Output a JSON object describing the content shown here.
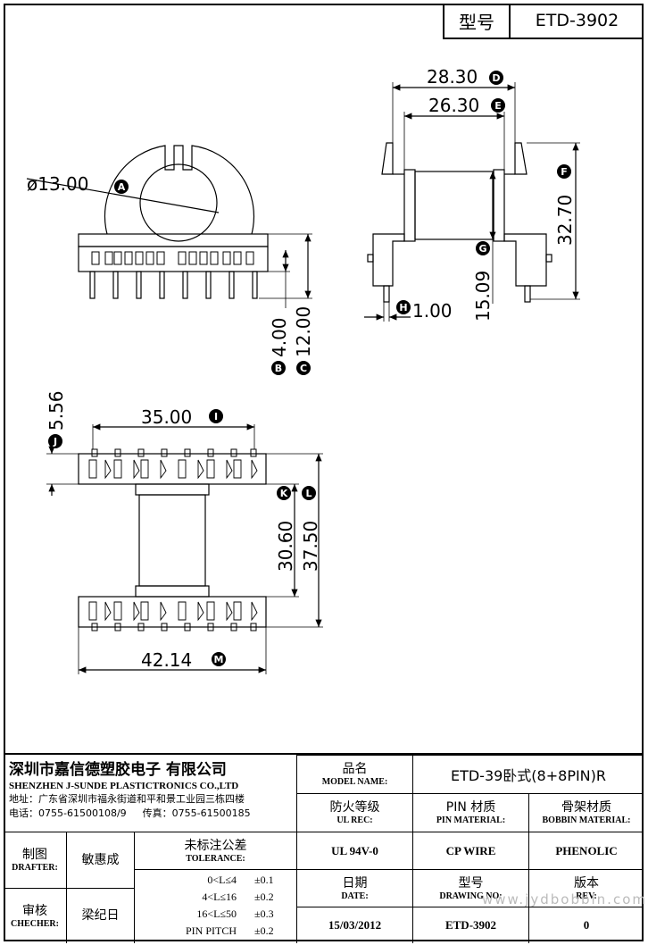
{
  "header": {
    "type_label": "型号",
    "type_value": "ETD-3902"
  },
  "dimensions": {
    "top_width_1": "28.30",
    "top_mark_1": "D",
    "top_width_2": "26.30",
    "top_mark_2": "E",
    "height_right": "32.70",
    "height_right_mark": "F",
    "core_dia": "ø13.00",
    "core_dia_mark": "A",
    "pin_len": "4.00",
    "pin_len_mark": "B",
    "total_h": "12.00",
    "total_h_mark": "C",
    "inner_h": "15.09",
    "inner_h_mark": "G",
    "pin_w": "1.00",
    "pin_w_mark": "H",
    "pin_row": "35.00",
    "pin_row_mark": "I",
    "pin_off": "5.56",
    "pin_off_mark": "J",
    "inner_len": "30.60",
    "inner_len_mark": "K",
    "outer_len": "37.50",
    "outer_len_mark": "L",
    "base_w": "42.14",
    "base_w_mark": "M"
  },
  "title_block": {
    "company_cn": "深圳市嘉信德塑胶电子 有限公司",
    "company_en": "SHENZHEN J-SUNDE PLASTICTRONICS CO.,LTD",
    "address": "地址：广东省深圳市福永街道和平和景工业园三栋四楼",
    "phone": "电话：0755-61500108/9",
    "fax": "传真：0755-61500185",
    "model_cn": "品名",
    "model_en": "MODEL NAME:",
    "model_value": "ETD-39卧式(8+8PIN)R",
    "ul_cn": "防火等级",
    "ul_en": "UL REC:",
    "pin_mat_cn": "PIN 材质",
    "pin_mat_en": "PIN MATERIAL:",
    "bobbin_mat_cn": "骨架材质",
    "bobbin_mat_en": "BOBBIN MATERIAL:",
    "ul_value": "UL 94V-0",
    "pin_mat_value": "CP WIRE",
    "bobbin_mat_value": "PHENOLIC",
    "drafter_cn": "制图",
    "drafter_en": "DRAFTER:",
    "drafter_name": "敏惠成",
    "checker_cn": "审核",
    "checker_en": "CHECHER:",
    "checker_name": "梁纪日",
    "tolerance_cn": "未标注公差",
    "tolerance_en": "TOLERANCE:",
    "tolerance_rows": [
      {
        "range": "0<L≤4",
        "tol": "±0.1"
      },
      {
        "range": "4<L≤16",
        "tol": "±0.2"
      },
      {
        "range": "16<L≤50",
        "tol": "±0.3"
      },
      {
        "range": "PIN PITCH",
        "tol": "±0.2"
      }
    ],
    "date_cn": "日期",
    "date_en": "DATE:",
    "date_value": "15/03/2012",
    "drawing_cn": "型号",
    "drawing_en": "DRAWING NO:",
    "drawing_value": "ETD-3902",
    "rev_cn": "版本",
    "rev_en": "REV:",
    "rev_value": "0"
  },
  "watermark": "www.jydbobbin.com"
}
